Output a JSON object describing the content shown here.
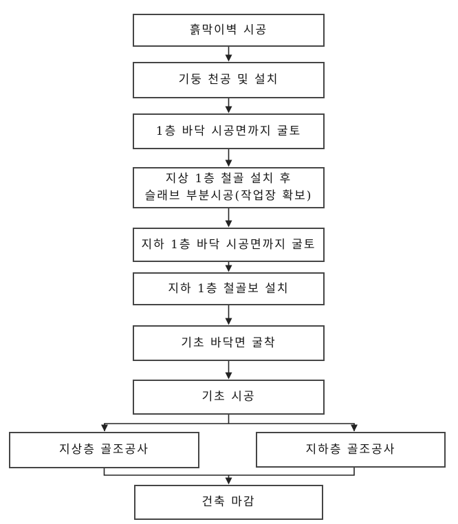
{
  "diagram": {
    "type": "flowchart",
    "language": "ko",
    "colors": {
      "background": "#ffffff",
      "box_border": "#454545",
      "box_fill": "#ffffff",
      "text": "#141414",
      "connector": "#232323"
    },
    "nodes": [
      {
        "id": "earth-retaining-wall",
        "label": "흙막이벽 시공"
      },
      {
        "id": "column-drill-install",
        "label": "기둥 천공 및 설치"
      },
      {
        "id": "excavate-to-1f-floor",
        "label": "1층 바닥 시공면까지 굴토"
      },
      {
        "id": "1f-steel-partial-slab",
        "label": "지상 1층 철골 설치 후\n슬래브 부분시공(작업장 확보)"
      },
      {
        "id": "excavate-to-b1-floor",
        "label": "지하 1층 바닥 시공면까지 굴토"
      },
      {
        "id": "b1-steel-beam-install",
        "label": "지하 1층 철골보 설치"
      },
      {
        "id": "foundation-floor-excavate",
        "label": "기초 바닥면 굴착"
      },
      {
        "id": "foundation-construction",
        "label": "기초 시공"
      },
      {
        "id": "above-ground-frame-work",
        "label": "지상층 골조공사"
      },
      {
        "id": "basement-frame-work",
        "label": "지하층 골조공사"
      },
      {
        "id": "building-finish",
        "label": "건축 마감"
      }
    ],
    "edges": [
      {
        "from": "earth-retaining-wall",
        "to": "column-drill-install"
      },
      {
        "from": "column-drill-install",
        "to": "excavate-to-1f-floor"
      },
      {
        "from": "excavate-to-1f-floor",
        "to": "1f-steel-partial-slab"
      },
      {
        "from": "1f-steel-partial-slab",
        "to": "excavate-to-b1-floor"
      },
      {
        "from": "excavate-to-b1-floor",
        "to": "b1-steel-beam-install"
      },
      {
        "from": "b1-steel-beam-install",
        "to": "foundation-floor-excavate"
      },
      {
        "from": "foundation-floor-excavate",
        "to": "foundation-construction"
      },
      {
        "from": "foundation-construction",
        "to": "above-ground-frame-work"
      },
      {
        "from": "foundation-construction",
        "to": "basement-frame-work"
      },
      {
        "from": "above-ground-frame-work",
        "to": "building-finish"
      },
      {
        "from": "basement-frame-work",
        "to": "building-finish"
      }
    ]
  }
}
